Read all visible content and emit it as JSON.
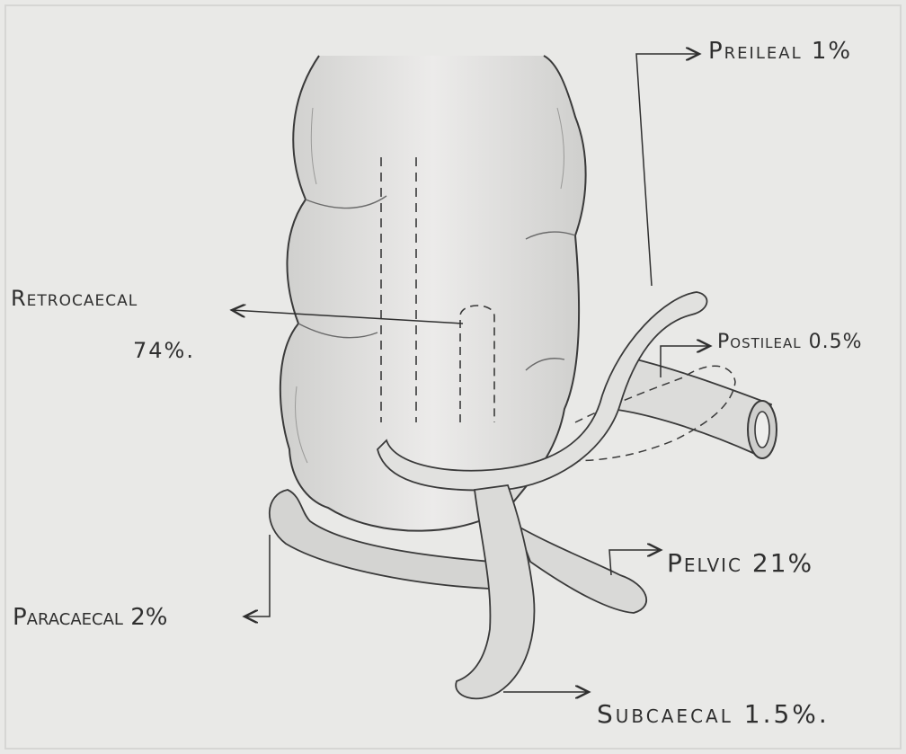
{
  "labels": {
    "preileal": "Preileal 1%",
    "postileal": "Postileal 0.5%",
    "retrocaecal_name": "Retrocaecal",
    "retrocaecal_pct": "74%.",
    "pelvic": "Pelvic 21%",
    "paracaecal": "Paracaecal 2%",
    "subcaecal": "Subcaecal 1.5%."
  },
  "colors": {
    "paper": "#e9e9e7",
    "pencil": "#3a3a3a",
    "shade": "#bdbdbb"
  }
}
